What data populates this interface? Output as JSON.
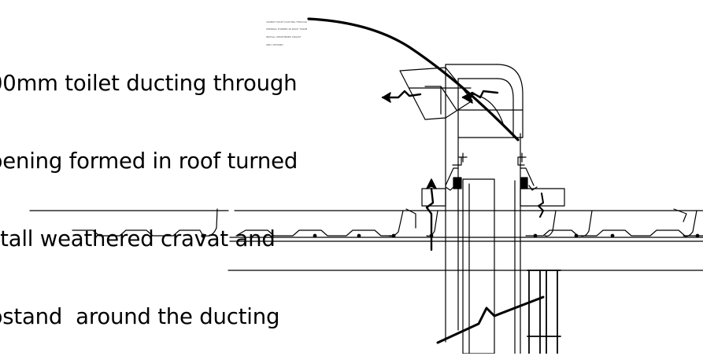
{
  "annotation": {
    "lines": [
      "00mm toilet ducting through",
      "pening formed in roof turned",
      "stall weathered cravat and",
      "pstand  around the ducting"
    ]
  },
  "tiny_label": {
    "lines": [
      "300MM TOILET DUCTING THROUGH",
      "OPENING FORMED IN ROOF TURNED",
      "INSTALL WEATHERED CRAVAT",
      "AND UPSTAND"
    ]
  },
  "colors": {
    "line": "#000000",
    "background": "#ffffff"
  }
}
